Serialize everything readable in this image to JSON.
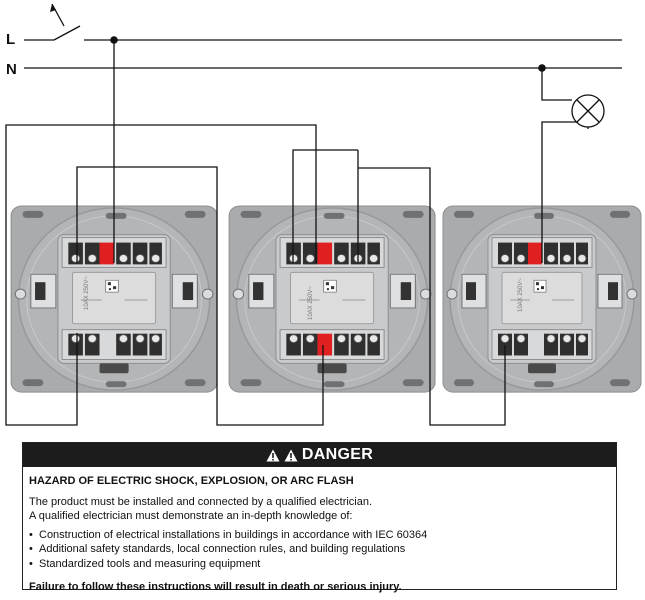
{
  "diagram": {
    "line_label": "L",
    "neutral_label": "N",
    "device_rating": "10AX 250V~",
    "colors": {
      "wire": "#111111",
      "terminal_red": "#e02020",
      "mechanism_gray": "#c7c7c7",
      "frame_gray": "#a8aaac"
    },
    "devices": [
      {
        "type": "two-way switch",
        "icon": "switch-mechanism"
      },
      {
        "type": "intermediate switch",
        "icon": "switch-mechanism"
      },
      {
        "type": "two-way switch",
        "icon": "switch-mechanism"
      }
    ],
    "load_icon": "lamp-icon"
  },
  "danger": {
    "header": "DANGER",
    "header_icons": [
      "warning-triangle-icon",
      "warning-triangle-icon"
    ],
    "title": "HAZARD OF ELECTRIC SHOCK, EXPLOSION, OR ARC FLASH",
    "line1": "The product must be installed and connected by a qualified electrician.",
    "line2": "A qualified electrician must demonstrate an in-depth knowledge of:",
    "items": [
      "Construction of electrical installations in buildings in accordance with IEC 60364",
      "Additional safety standards, local connection rules, and building regulations",
      "Standardized tools and measuring equipment"
    ],
    "footer": "Failure to follow these instructions will result in death or serious injury."
  }
}
